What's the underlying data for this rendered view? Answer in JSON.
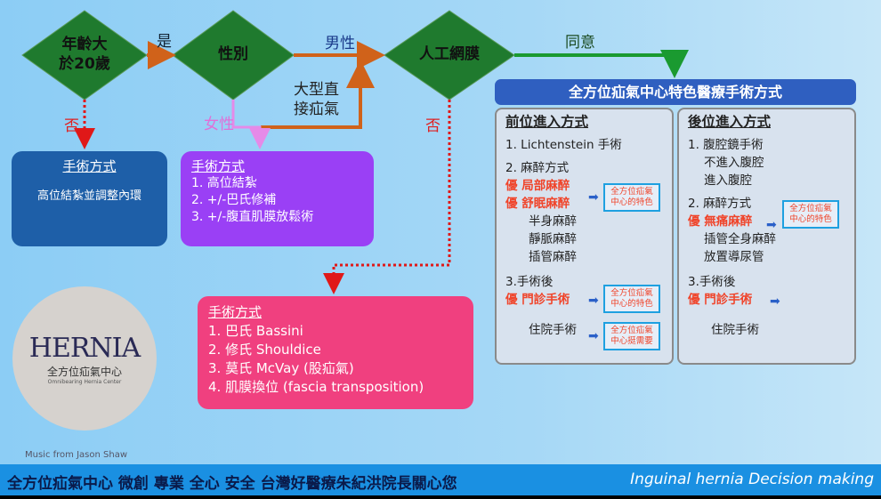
{
  "flow": {
    "d1": [
      "年齡大",
      "於20歲"
    ],
    "d2": "性別",
    "d3": "人工網膜",
    "yes": "是",
    "male": "男性",
    "female": "女性",
    "large_direct": [
      "大型直",
      "接疝氣"
    ],
    "no1": "否",
    "no2": "否",
    "agree": "同意"
  },
  "blue_box": {
    "title": "手術方式",
    "text": "高位結紮並調整內環"
  },
  "purple_box": {
    "title": "手術方式",
    "items": [
      "1. 高位結紮",
      "2. +/-巴氏修補",
      "3. +/-腹直肌膜放鬆術"
    ]
  },
  "pink_box": {
    "title": "手術方式",
    "items": [
      "1. 巴氏 Bassini",
      "2. 修氏 Shouldice",
      "3. 莫氏 McVay (股疝氣)",
      "4. 肌膜換位 (fascia transposition)"
    ]
  },
  "feature": {
    "header": "全方位疝氣中心特色醫療手術方式",
    "anterior": {
      "title": "前位進入方式",
      "l1": "1. Lichtenstein 手術",
      "l2": "2. 麻醉方式",
      "pref1": "優  局部麻醉",
      "pref2": "優  舒眠麻醉",
      "a1": "半身麻醉",
      "a2": "靜脈麻醉",
      "a3": "插管麻醉",
      "l3": "3.手術後",
      "pref3": "優  門診手術",
      "inpatient": "住院手術",
      "tag1": [
        "全方位疝氣",
        "中心的特色"
      ],
      "tag2": [
        "全方位疝氣",
        "中心的特色"
      ],
      "tag3": [
        "全方位疝氣",
        "中心挺需要"
      ]
    },
    "posterior": {
      "title": "後位進入方式",
      "l1": "1. 腹腔鏡手術",
      "s1": "不進入腹腔",
      "s2": "進入腹腔",
      "l2": "2. 麻醉方式",
      "pref1": "優  無痛麻醉",
      "a1": "插管全身麻醉",
      "a2": "放置導尿管",
      "l3": "3.手術後",
      "pref2": "優  門診手術",
      "inpatient": "住院手術",
      "tag1": [
        "全方位疝氣",
        "中心的特色"
      ]
    }
  },
  "logo": {
    "word": "HERNIA",
    "cn": "全方位疝氣中心",
    "en": "Omnibearing Hernia Center"
  },
  "music": "Music from Jason Shaw",
  "footer": {
    "left": "全方位疝氣中心 微創 專業 全心 安全 台灣好醫療朱紀洪院長關心您",
    "right": "Inguinal hernia Decision making"
  },
  "colors": {
    "diamond": "#1f7a2e",
    "orange": "#d0621a",
    "pink": "#e58ae8",
    "red": "#e01818",
    "green": "#1a9a30"
  }
}
